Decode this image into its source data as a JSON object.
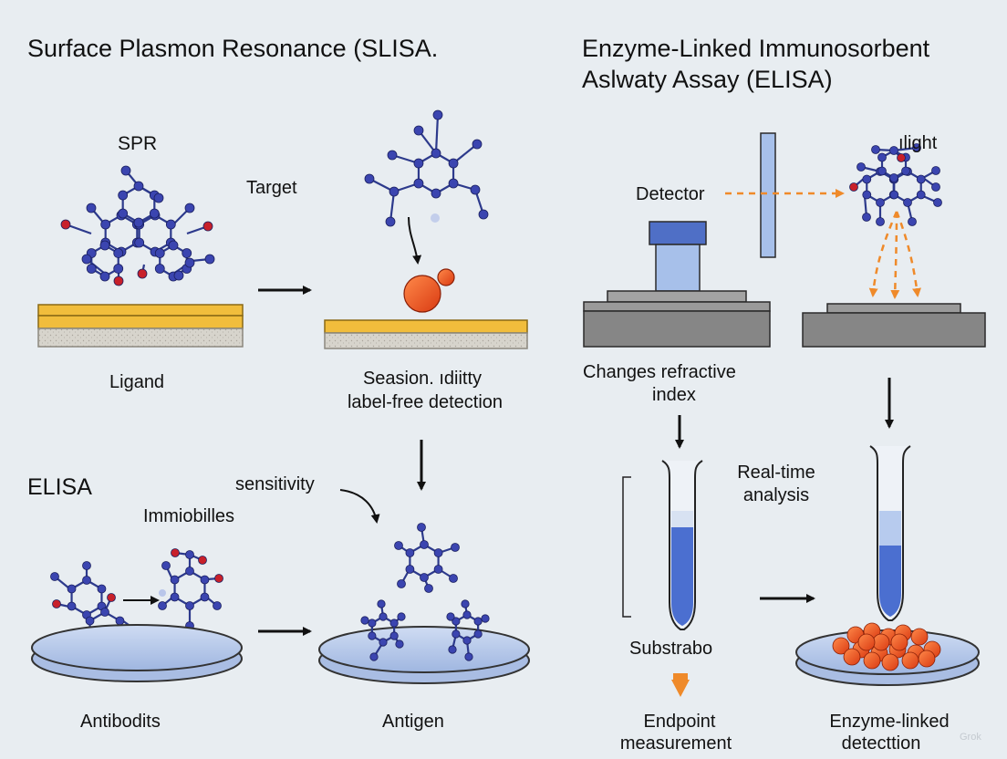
{
  "left_title": "Surface Plasmon Resonance  (SLISA.",
  "right_title_line1": "Enzyme-Linked Immunosorbent",
  "right_title_line2": "Aslwaty Assay (ELISA)",
  "spr_label": "SPR",
  "target_label": "Target",
  "ligand_label": "Ligand",
  "season_line1": "Seasion. ıdiitty",
  "season_line2": "label-free detection",
  "elisa_heading": "ELISA",
  "sensitivity_label": "sensitivity",
  "immiobilles_label": "Immiobilles",
  "antibodits_label": "Antibodits",
  "antigen_label": "Antigen",
  "detector_label": "Detector",
  "light_label": "ılight",
  "changes_line1": "Changes   refractive",
  "changes_line2": "index",
  "realtime_line1": "Real-time",
  "realtime_line2": "analysis",
  "substrabo_label": "Substrabo",
  "endpoint_line1": "Endpoint",
  "endpoint_line2": "measurement",
  "enzyme_line1": "Enzyme-linked",
  "enzyme_line2": "detecttion",
  "watermark_text": "Grok",
  "colors": {
    "background": "#e8edf1",
    "atom_blue": "#3b45b0",
    "atom_red": "#c8202a",
    "gold": "#f1bd3c",
    "orange_arrow": "#ef8a2a",
    "particle": "#ef4b1e",
    "dish": "#bcd0ec",
    "platform": "#8a8a8a",
    "liquid": "#4b6fd0"
  },
  "icons": [
    "molecule-icon",
    "test-tube-icon",
    "petri-dish-icon",
    "gold-sensor-chip-icon",
    "detector-icon"
  ]
}
